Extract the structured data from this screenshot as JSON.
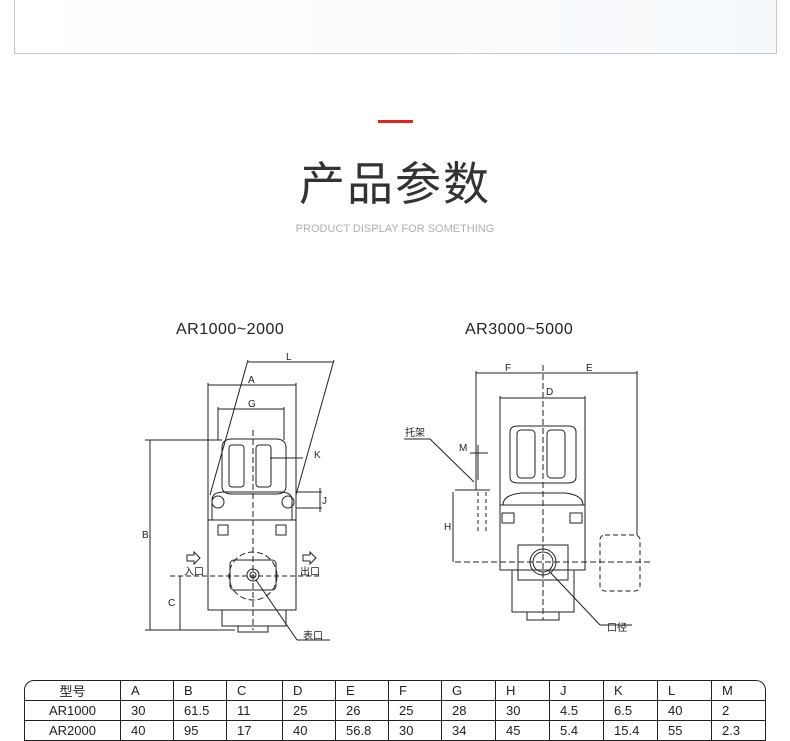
{
  "section": {
    "title": "产品参数",
    "subtitle": "PRODUCT DISPLAY FOR SOMETHING",
    "accent_color": "#e0261b"
  },
  "diagrams": [
    {
      "title": "AR1000~2000",
      "labels": {
        "L": "L",
        "A": "A",
        "G": "G",
        "K": "K",
        "J": "J",
        "B": "B",
        "C": "C",
        "inlet": "入口",
        "outlet": "出口",
        "gauge_port": "表口"
      }
    },
    {
      "title": "AR3000~5000",
      "labels": {
        "F": "F",
        "E": "E",
        "D": "D",
        "M": "M",
        "H": "H",
        "bracket": "托架",
        "port_size": "口径"
      }
    }
  ],
  "table": {
    "headers": [
      "型号",
      "A",
      "B",
      "C",
      "D",
      "E",
      "F",
      "G",
      "H",
      "J",
      "K",
      "L",
      "M"
    ],
    "rows": [
      [
        "AR1000",
        "30",
        "61.5",
        "11",
        "25",
        "26",
        "25",
        "28",
        "30",
        "4.5",
        "6.5",
        "40",
        "2"
      ],
      [
        "AR2000",
        "40",
        "95",
        "17",
        "40",
        "56.8",
        "30",
        "34",
        "45",
        "5.4",
        "15.4",
        "55",
        "2.3"
      ]
    ]
  }
}
